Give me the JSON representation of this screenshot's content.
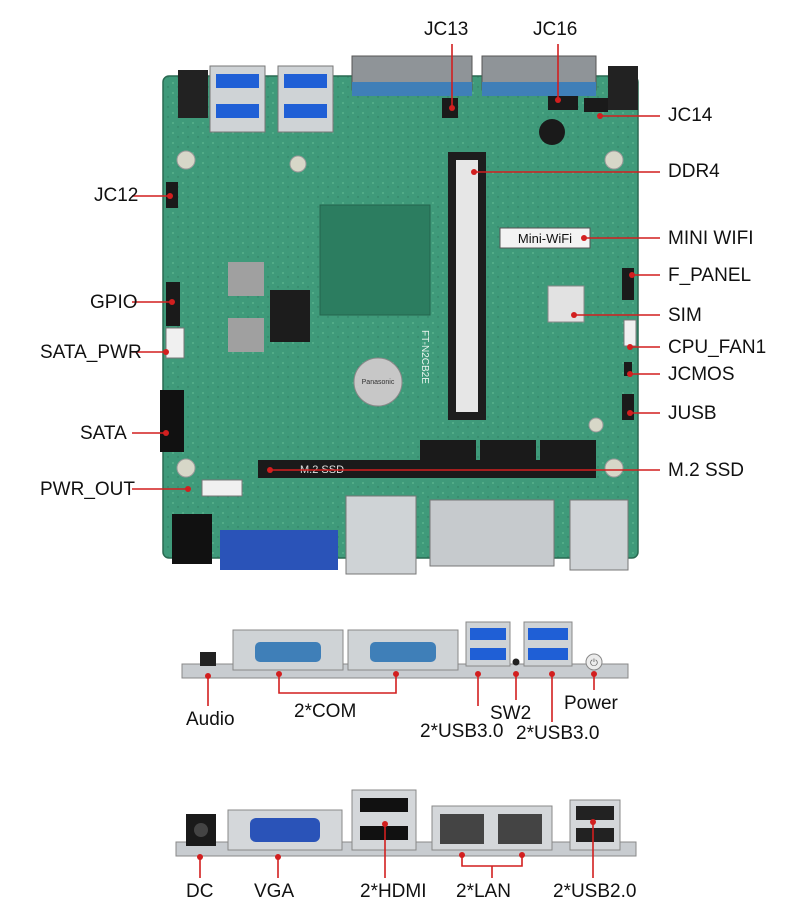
{
  "board": {
    "mini_wifi_card_text": "Mini-WiFi",
    "m2_slot_text": "M.2 SSD",
    "battery_text": "Panasonic",
    "ddr_silk_text": "FT-N2CB2E"
  },
  "labels": {
    "jc13": "JC13",
    "jc16": "JC16",
    "jc14": "JC14",
    "ddr4": "DDR4",
    "jc12": "JC12",
    "mini_wifi": "MINI WIFI",
    "f_panel": "F_PANEL",
    "gpio": "GPIO",
    "sim": "SIM",
    "sata_pwr": "SATA_PWR",
    "cpu_fan1": "CPU_FAN1",
    "jcmos": "JCMOS",
    "sata": "SATA",
    "jusb": "JUSB",
    "m2_ssd": "M.2 SSD",
    "pwr_out": "PWR_OUT"
  },
  "front_panel": {
    "audio": "Audio",
    "com": "2*COM",
    "sw2": "SW2",
    "usb30_a": "2*USB3.0",
    "usb30_b": "2*USB3.0",
    "power": "Power"
  },
  "rear_panel": {
    "dc": "DC",
    "vga": "VGA",
    "hdmi": "2*HDMI",
    "lan": "2*LAN",
    "usb20": "2*USB2.0"
  },
  "colors": {
    "pcb": "#3f9a7a",
    "pcb_dark": "#2f7a5f",
    "callout": "#d21f1f",
    "usb3_blue": "#1f5fd6",
    "vga_blue": "#2a53b8",
    "com_blue": "#3f7fb8"
  }
}
